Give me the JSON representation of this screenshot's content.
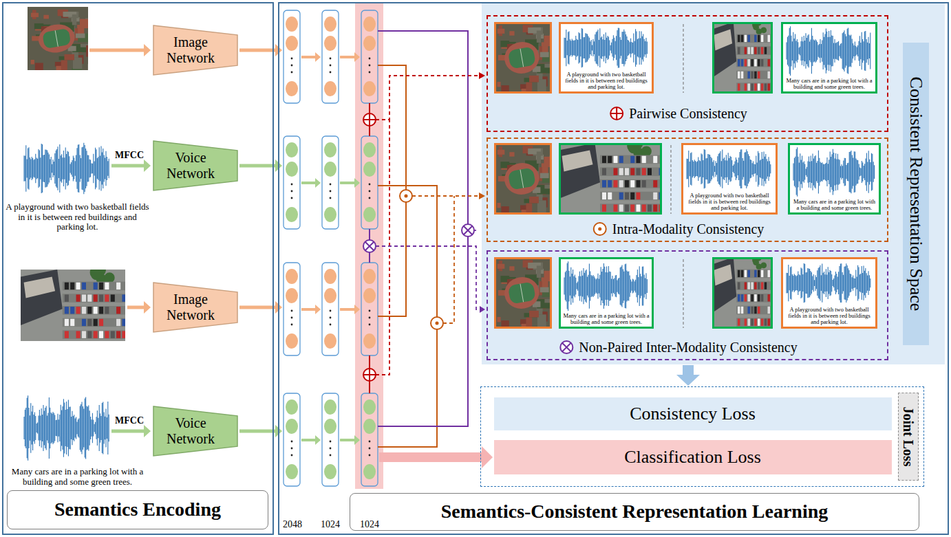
{
  "diagram": {
    "nodes": [
      {
        "text": [
          "Semantics Encoding"
        ]
      },
      {
        "text": [
          "Image Network"
        ],
        "in": 0
      },
      {
        "text": [
          "Voice Network"
        ],
        "in": 0
      },
      {
        "text": [
          "Image Network"
        ],
        "in": 0
      },
      {
        "text": [
          "Voice Network"
        ],
        "in": 0
      },
      {
        "text": [
          "Semantics-Consistent Representation Learning"
        ]
      },
      {
        "text": [
          "Consistent Representation Space"
        ],
        "in": 5
      },
      {
        "text": [
          "Pairwise Consistency"
        ],
        "in": 6
      },
      {
        "text": [
          "A playground with two basketball fields in it is between red buildings and parking lot."
        ],
        "in": 7
      },
      {
        "text": [
          "Many cars are in a parking lot with a building and some green trees."
        ],
        "in": 7
      },
      {
        "text": [
          "Intra-Modality Consistency"
        ],
        "in": 6
      },
      {
        "text": [
          "A playground with two basketball fields in it is between red buildings and parking lot."
        ],
        "in": 10
      },
      {
        "text": [
          "Many cars are in a parking lot with a building and some green trees."
        ],
        "in": 10
      },
      {
        "text": [
          "Non-Paired Inter-Modality Consistency"
        ],
        "in": 6
      },
      {
        "text": [
          "Many cars are in a parking lot with a building and some green trees."
        ],
        "in": 13
      },
      {
        "text": [
          "A playground with two basketball fields in it is between red buildings and parking lot."
        ],
        "in": 13
      },
      {
        "text": [
          "Joint Loss"
        ],
        "in": 5
      },
      {
        "text": [
          "Consistency Loss"
        ],
        "in": 16
      },
      {
        "text": [
          "Classification Loss"
        ],
        "in": 16
      }
    ],
    "edges": [
      {
        "from": 6,
        "to": 16,
        "arrow": "to"
      }
    ],
    "labels": [
      "MFCC",
      "A playground with two basketball fields in it is between red buildings and parking lot.",
      "MFCC",
      "Many cars are in a parking lot with a building and some green trees.",
      "2048",
      "1024",
      "1024"
    ]
  }
}
